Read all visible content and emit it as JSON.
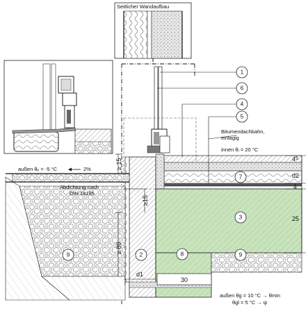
{
  "diagram": {
    "inset_title": "Seitlicher Wandaufbau",
    "labels": {
      "bitumen": "Bitumendachbahn,",
      "bitumen2": "einlagig",
      "inside": "innen   θᵢ = 20 °C",
      "outside": "außen θₑ = -5 °C",
      "slope": "2%",
      "seal": "Abdichtung nach",
      "seal2": "DIN 18195",
      "footer1": "außen  θg  = 10 °C → θmin",
      "footer2": "θgl  =   5 °C → ψ"
    },
    "callouts": [
      "1",
      "6",
      "4",
      "5",
      "7",
      "3",
      "8",
      "9",
      "9",
      "2"
    ],
    "dimensions": {
      "d2": "d2",
      "four_top": "4",
      "four_bottom": "4",
      "five": "5",
      "twentyfive": "25",
      "ge15_a": "≥ 15",
      "ge15_b": "≥15",
      "ge80": "≥ 80",
      "d1": "d1",
      "thirty": "30"
    }
  }
}
